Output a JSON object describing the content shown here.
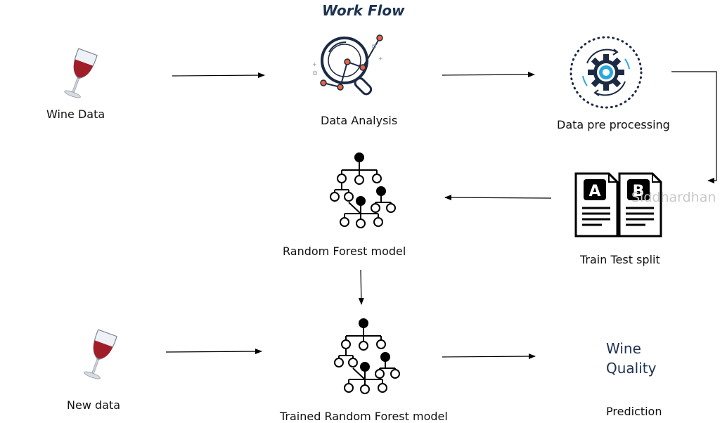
{
  "title": "Work Flow",
  "nodes": {
    "wine_data": "Wine Data",
    "data_analysis": "Data Analysis",
    "data_pre_processing": "Data pre processing",
    "train_test_split": "Train Test split",
    "random_forest_model": "Random Forest model",
    "new_data": "New data",
    "trained_random_forest_model": "Trained Random Forest model",
    "wine_quality_line1": "Wine",
    "wine_quality_line2": "Quality",
    "prediction": "Prediction"
  },
  "split_letters": {
    "a": "A",
    "b": "B"
  },
  "watermark": "Siddhardhan",
  "icons": {
    "wine_data": "wine-glass-icon",
    "data_analysis": "magnifier-analytics-icon",
    "pre_processing": "gear-cycle-icon",
    "split": "document-ab-icon",
    "model": "tree-network-icon",
    "new_data": "wine-glass-icon",
    "trained_model": "tree-network-icon"
  },
  "colors": {
    "title": "#1f3250",
    "accent_orange": "#e8643c",
    "accent_blue": "#2aa7df",
    "wine_red": "#a01e2a",
    "icon_dark": "#1c2a44"
  }
}
